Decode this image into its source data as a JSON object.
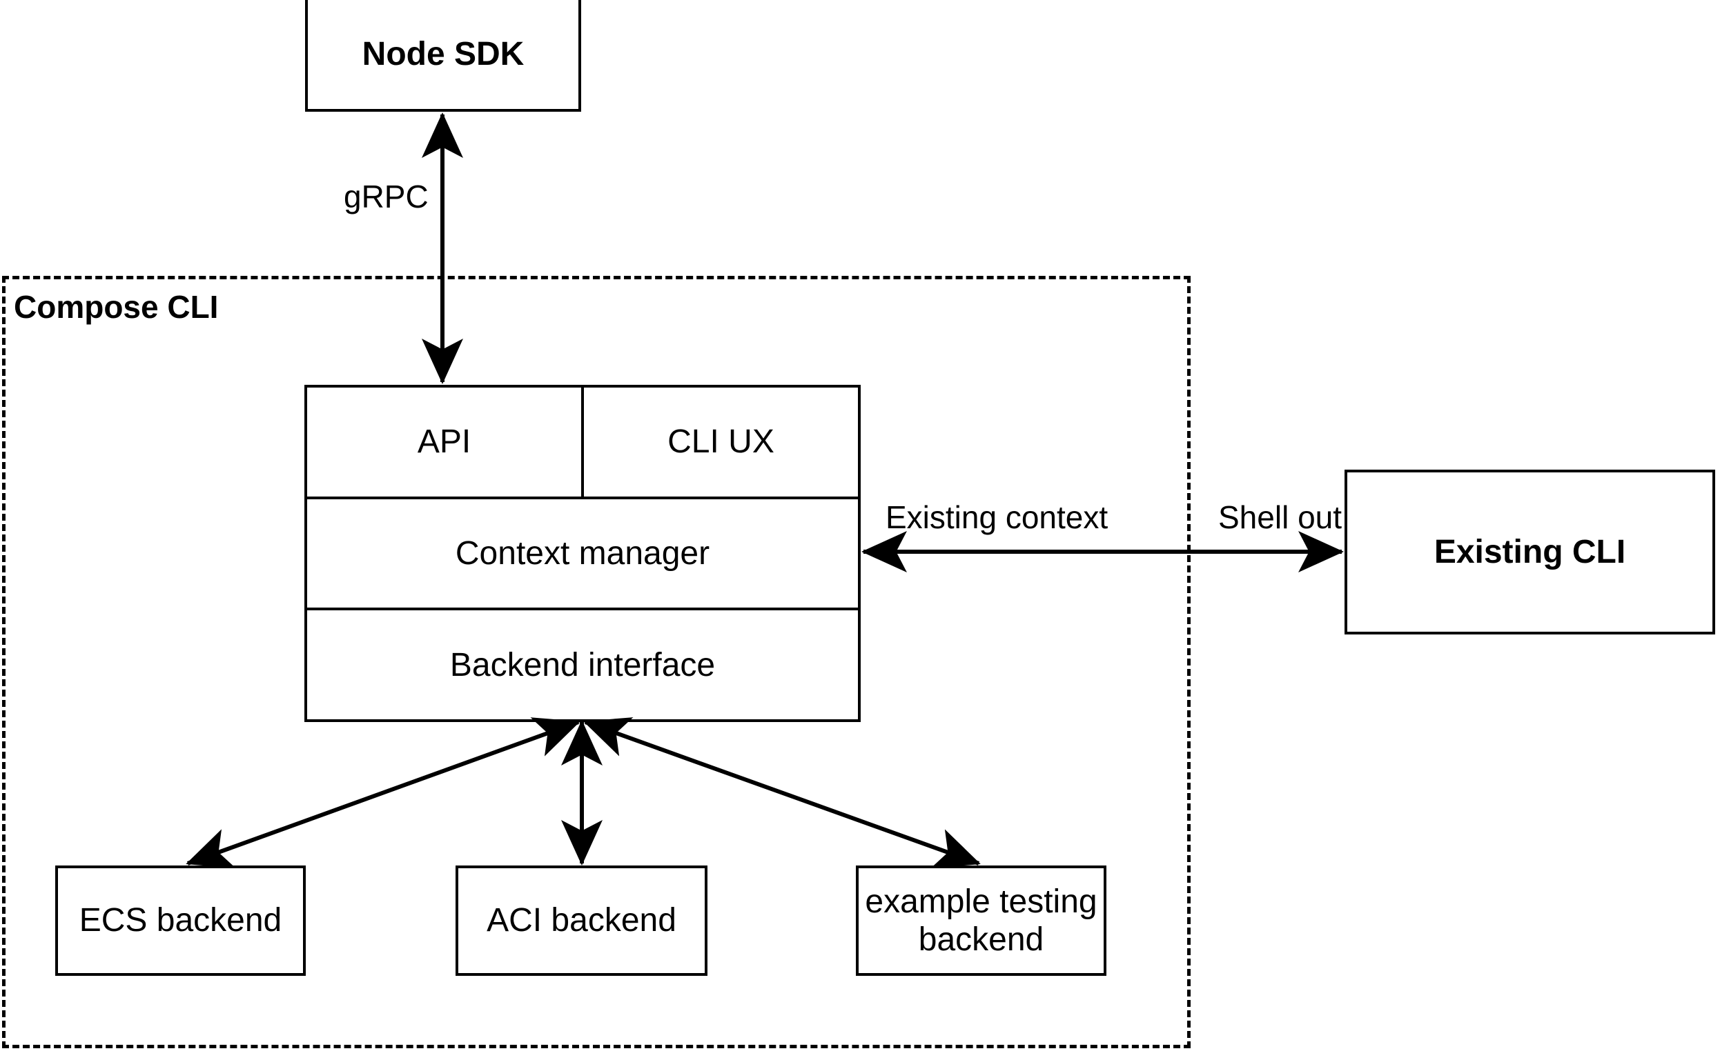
{
  "diagram": {
    "title_node": "Node SDK",
    "group": {
      "label": "Compose CLI"
    },
    "core": {
      "rows": [
        {
          "cells": [
            "API",
            "CLI UX"
          ]
        },
        {
          "cells": [
            "Context manager"
          ]
        },
        {
          "cells": [
            "Backend interface"
          ]
        }
      ]
    },
    "backends": [
      {
        "label": "ECS backend"
      },
      {
        "label": "ACI backend"
      },
      {
        "label": "example testing\nbackend"
      }
    ],
    "external": {
      "existing_cli": "Existing CLI"
    },
    "edges": [
      {
        "label": "gRPC",
        "from": "Node SDK",
        "to": "API",
        "arrow": "double"
      },
      {
        "label": "Existing context",
        "from": "Existing CLI",
        "to": "Context manager",
        "arrow": "single-left"
      },
      {
        "label": "Shell out",
        "from": "Context manager",
        "to": "Existing CLI",
        "arrow": "single-right"
      },
      {
        "label": "",
        "from": "Backend interface",
        "to": "ECS backend",
        "arrow": "double"
      },
      {
        "label": "",
        "from": "Backend interface",
        "to": "ACI backend",
        "arrow": "double"
      },
      {
        "label": "",
        "from": "Backend interface",
        "to": "example testing backend",
        "arrow": "double"
      }
    ],
    "colors": {
      "stroke": "#000000",
      "fill": "#ffffff",
      "text": "#000000"
    }
  }
}
